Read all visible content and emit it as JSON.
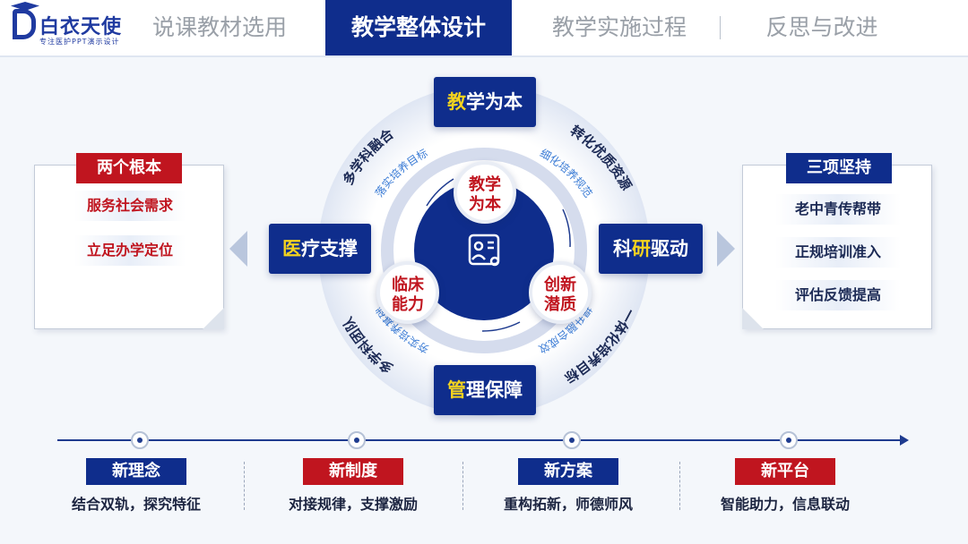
{
  "logo": {
    "title": "白衣天使",
    "subtitle": "专注医护PPT演示设计"
  },
  "nav": {
    "tabs": [
      "说课教材选用",
      "教学整体设计",
      "教学实施过程",
      "反思与改进"
    ],
    "active_index": 1
  },
  "left_panel": {
    "title": "两个根本",
    "items": [
      "服务社会需求",
      "立足办学定位"
    ]
  },
  "right_panel": {
    "title": "三项坚持",
    "items": [
      "老中青传帮带",
      "正规培训准入",
      "评估反馈提高"
    ]
  },
  "center": {
    "top_box": {
      "highlight": "教",
      "rest": "学为本"
    },
    "left_box": {
      "highlight": "医",
      "rest": "疗支撑"
    },
    "right_box": {
      "pre": "科",
      "highlight": "研",
      "rest": "驱动"
    },
    "bottom_box": {
      "highlight": "管",
      "rest": "理保障"
    },
    "circles": [
      {
        "line1": "教学",
        "line2": "为本"
      },
      {
        "line1": "临床",
        "line2": "能力"
      },
      {
        "line1": "创新",
        "line2": "潜质"
      }
    ],
    "outer_arcs": [
      "多学科融合",
      "转化优质资源",
      "多学科团队",
      "一体化培养目标"
    ],
    "inner_arcs": [
      "落实培养目标",
      "细化培养规范",
      "夯实培养基础",
      "提升融合成效"
    ],
    "center_icon": "id-card-gear-icon"
  },
  "timeline": [
    {
      "label": "新理念",
      "desc": "结合双轨，探究特征",
      "color": "#0f2d8c"
    },
    {
      "label": "新制度",
      "desc": "对接规律，支撑激励",
      "color": "#c0151f"
    },
    {
      "label": "新方案",
      "desc": "重构拓新，师德师风",
      "color": "#0f2d8c"
    },
    {
      "label": "新平台",
      "desc": "智能助力，信息联动",
      "color": "#c0151f"
    }
  ],
  "colors": {
    "primary": "#0f2d8c",
    "accent_red": "#c0151f",
    "highlight_yellow": "#f3d31f"
  }
}
